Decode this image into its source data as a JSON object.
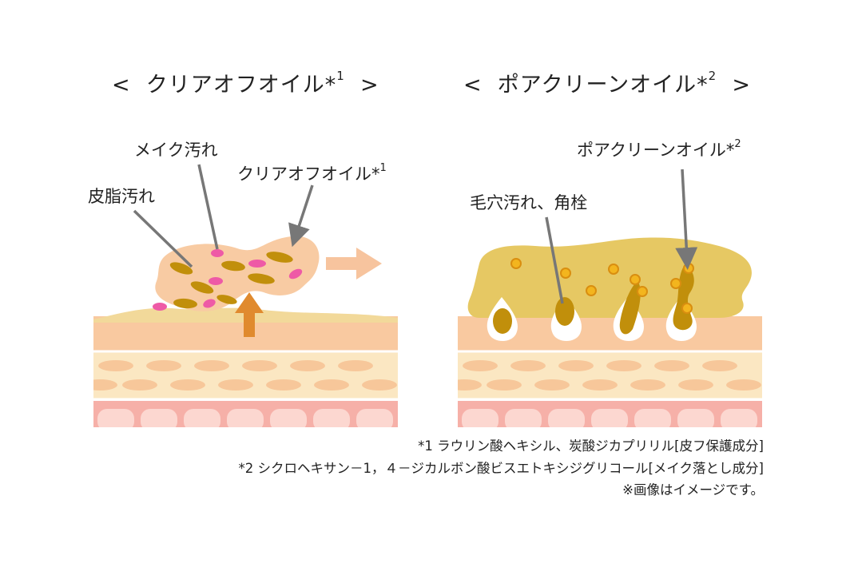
{
  "left_panel": {
    "heading_open": "<",
    "heading_text": "クリアオフオイル*",
    "heading_sup": "1",
    "heading_close": ">",
    "labels": {
      "makeup_dirt": "メイク汚れ",
      "sebum_dirt": "皮脂汚れ",
      "oil_name": "クリアオフオイル*",
      "oil_sup": "1"
    }
  },
  "right_panel": {
    "heading_open": "<",
    "heading_text": "ポアクリーンオイル*",
    "heading_sup": "2",
    "heading_close": ">",
    "labels": {
      "oil_name": "ポアクリーンオイル*",
      "oil_sup": "2",
      "pore_dirt": "毛穴汚れ、角栓"
    }
  },
  "footnotes": {
    "note1": "*1  ラウリン酸ヘキシル、炭酸ジカプリリル[皮フ保護成分]",
    "note2": "*2  シクロヘキサン－1，４－ジカルボン酸ビスエトキシジグリコール[メイク落とし成分]",
    "note3": "※画像はイメージです。"
  },
  "colors": {
    "skin_top": "#f9c9a0",
    "fat_layer": "#fbe7c2",
    "fat_cell": "#f7c79a",
    "dermis_base": "#f6b0a8",
    "dermis_cell": "#fcd7d0",
    "oil_left": "#f8cba3",
    "oil_right": "#e6c863",
    "dirt": "#c18f0b",
    "makeup": "#ee5aa6",
    "arrow_orange": "#e08a2e",
    "arrow_light": "#f7c49e",
    "pointer": "#777777"
  }
}
